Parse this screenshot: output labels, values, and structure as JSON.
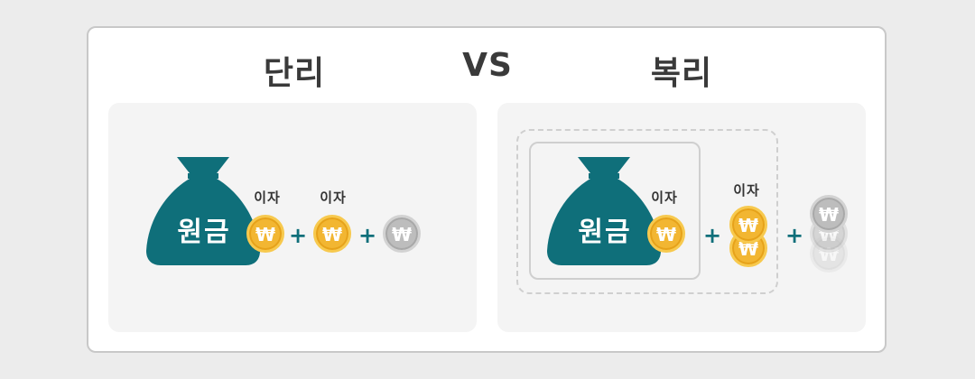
{
  "header": {
    "left_title": "단리",
    "vs": "VS",
    "right_title": "복리"
  },
  "left_panel": {
    "bag_label": "원금",
    "interest_labels": [
      "이자",
      "이자"
    ]
  },
  "right_panel": {
    "bag_label": "원금",
    "interest_labels": [
      "이자",
      "이자"
    ]
  },
  "symbols": {
    "plus": "+",
    "won": "₩"
  },
  "colors": {
    "bag": "#0f6f7a",
    "coin_gold": "#f2b632",
    "coin_grey": "#bdbdbd",
    "plus": "#0f6f7a"
  }
}
